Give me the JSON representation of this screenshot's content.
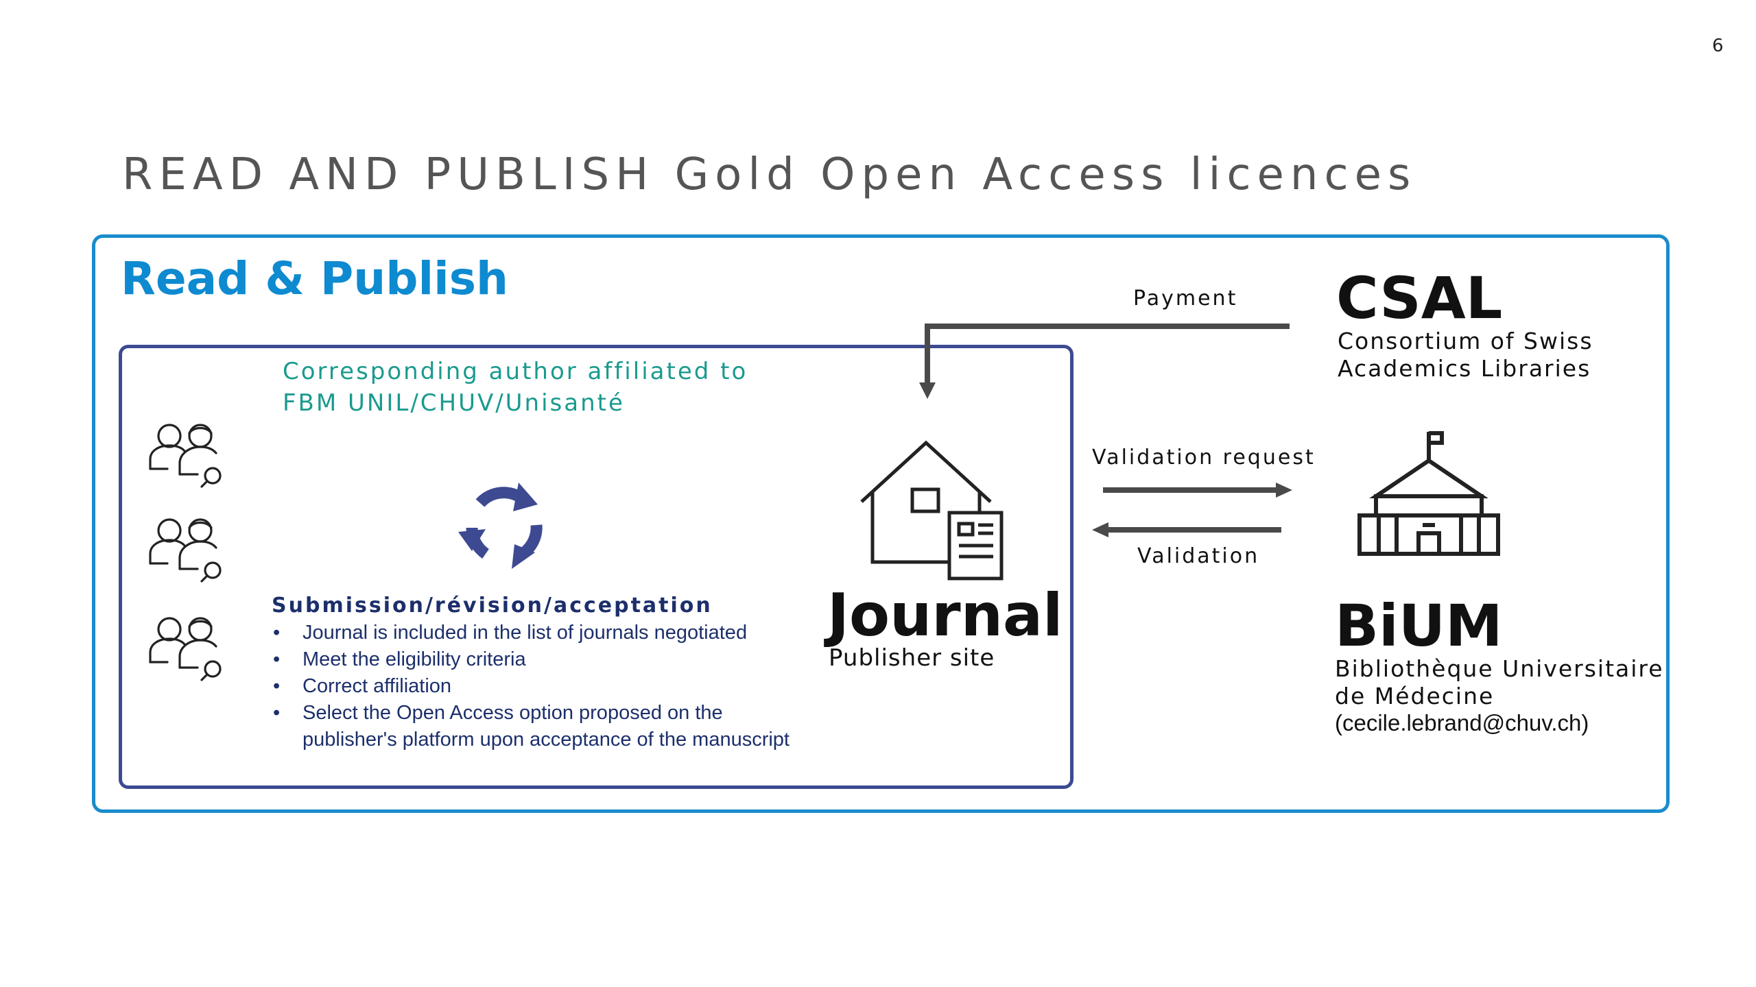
{
  "page_number": "6",
  "slide_title": "READ AND PUBLISH Gold Open Access licences",
  "panel": {
    "title": "Read & Publish",
    "author_lines": [
      "Corresponding author affiliated to",
      "FBM UNIL/CHUV/Unisanté"
    ],
    "steps_heading": "Submission/révision/acceptation",
    "criteria": [
      "Journal is included in the list of journals negotiated",
      "Meet the eligibility criteria",
      "Correct affiliation",
      "Select the Open Access option proposed on the publisher's platform upon acceptance of the manuscript"
    ]
  },
  "journal": {
    "title": "Journal",
    "subtitle": "Publisher site"
  },
  "csal": {
    "title": "CSAL",
    "subtitle_lines": [
      "Consortium of Swiss",
      "Academics Libraries"
    ]
  },
  "bium": {
    "title": "BiUM",
    "subtitle_lines": [
      "Bibliothèque Universitaire",
      "de Médecine"
    ],
    "email": "(cecile.lebrand@chuv.ch)"
  },
  "flows": {
    "payment": "Payment",
    "validation_request": "Validation request",
    "validation": "Validation"
  },
  "colors": {
    "outer_frame": "#1a8ccc",
    "inner_frame": "#3d4a92",
    "panel_title": "#0e8ad0",
    "author_text": "#1a9a8e",
    "cycle_icon": "#3d4a92",
    "criteria_text": "#1c2f6b",
    "arrows": "#4a4a4a"
  },
  "icons": [
    "people-search-icon",
    "recycle-arrows-icon",
    "house-document-icon",
    "library-building-icon"
  ]
}
